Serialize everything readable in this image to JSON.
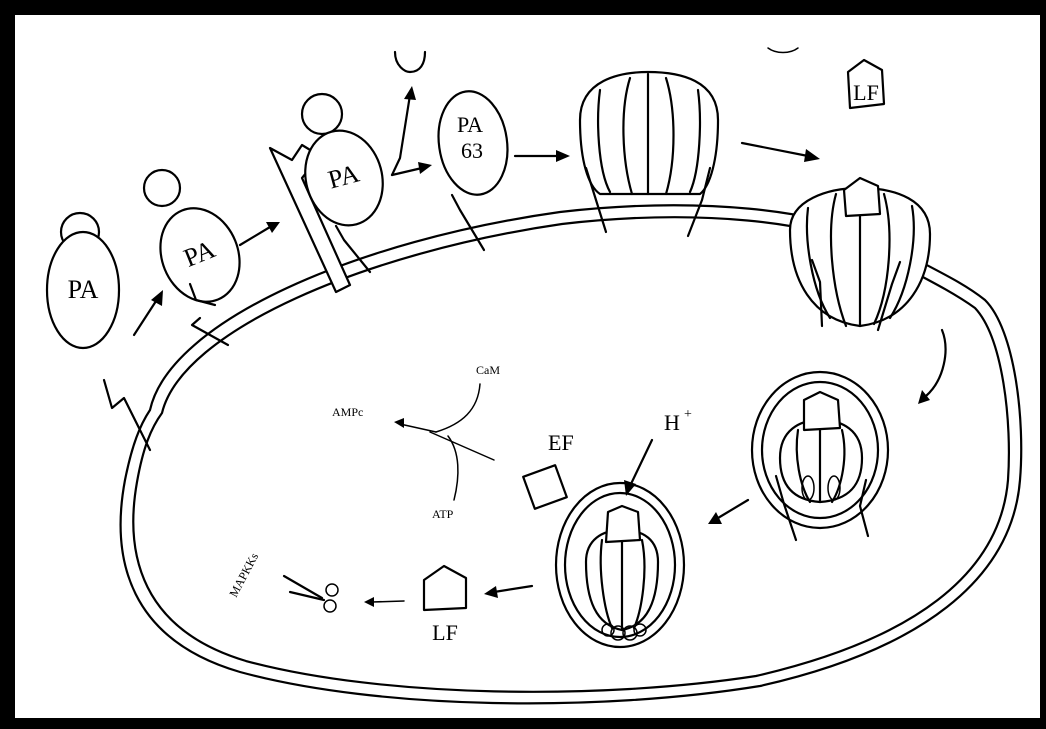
{
  "labels": {
    "pa_free": "PA",
    "pa_bound": "PA",
    "pa_receptor": "PA",
    "pa63_line1": "PA",
    "pa63_line2": "63",
    "lf_top": "LF",
    "cam": "CaM",
    "ampc": "AMPc",
    "atp": "ATP",
    "ef": "EF",
    "h_plus": "H",
    "h_plus_sup": "+",
    "mapkks": "MAPKKs",
    "lf_bottom": "LF"
  },
  "colors": {
    "ink": "#000000",
    "background": "#ffffff",
    "frame": "#000000",
    "stipple": "#555555"
  }
}
